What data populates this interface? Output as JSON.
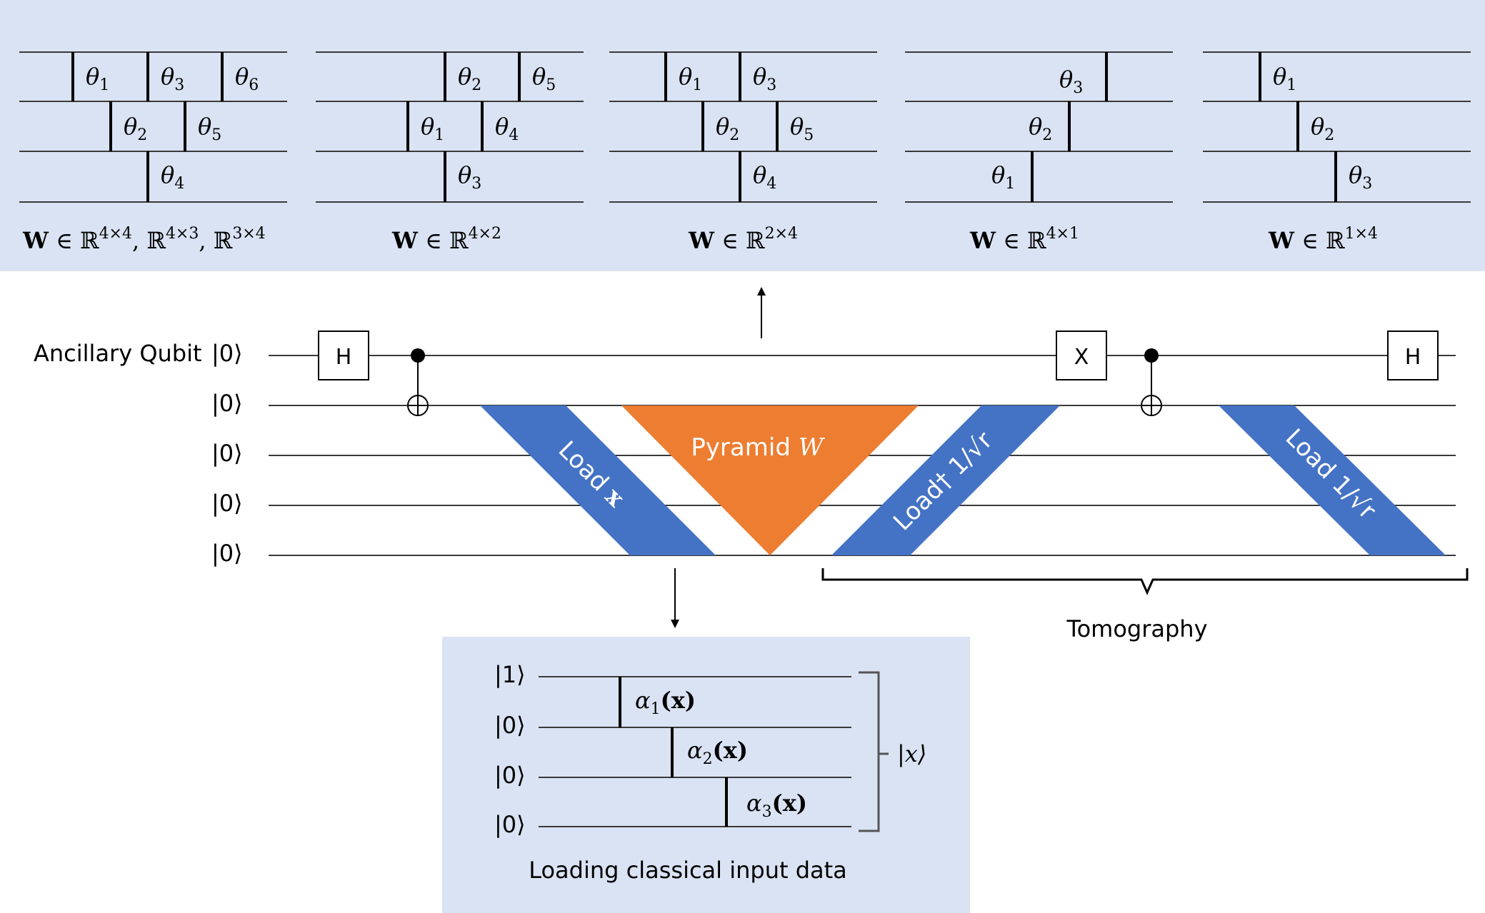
{
  "colors": {
    "panel_bg": "#dae3f3",
    "load_blue": "#4472c4",
    "pyramid_orange": "#ed7d31",
    "wire": "#3a3a3a"
  },
  "top_panel": {
    "circuits": [
      {
        "caption_bold": "W",
        "caption_rest": " ∈ ℝ",
        "caption_sup": "4×4",
        "caption_extra": [
          ", ℝ",
          "4×3",
          ", ℝ",
          "3×4"
        ],
        "gates": [
          {
            "label": "θ",
            "sub": "1"
          },
          {
            "label": "θ",
            "sub": "3"
          },
          {
            "label": "θ",
            "sub": "6"
          },
          {
            "label": "θ",
            "sub": "2"
          },
          {
            "label": "θ",
            "sub": "5"
          },
          {
            "label": "θ",
            "sub": "4"
          }
        ]
      },
      {
        "caption_bold": "W",
        "caption_rest": " ∈ ℝ",
        "caption_sup": "4×2",
        "gates": [
          {
            "label": "θ",
            "sub": "2"
          },
          {
            "label": "θ",
            "sub": "5"
          },
          {
            "label": "θ",
            "sub": "1"
          },
          {
            "label": "θ",
            "sub": "4"
          },
          {
            "label": "θ",
            "sub": "3"
          }
        ]
      },
      {
        "caption_bold": "W",
        "caption_rest": " ∈ ℝ",
        "caption_sup": "2×4",
        "gates": [
          {
            "label": "θ",
            "sub": "1"
          },
          {
            "label": "θ",
            "sub": "3"
          },
          {
            "label": "θ",
            "sub": "2"
          },
          {
            "label": "θ",
            "sub": "5"
          },
          {
            "label": "θ",
            "sub": "4"
          }
        ]
      },
      {
        "caption_bold": "W",
        "caption_rest": " ∈ ℝ",
        "caption_sup": "4×1",
        "gates": [
          {
            "label": "θ",
            "sub": "3"
          },
          {
            "label": "θ",
            "sub": "2"
          },
          {
            "label": "θ",
            "sub": "1"
          }
        ]
      },
      {
        "caption_bold": "W",
        "caption_rest": " ∈ ℝ",
        "caption_sup": "1×4",
        "gates": [
          {
            "label": "θ",
            "sub": "1"
          },
          {
            "label": "θ",
            "sub": "2"
          },
          {
            "label": "θ",
            "sub": "3"
          }
        ]
      }
    ]
  },
  "main_circuit": {
    "ancilla_label": "Ancillary Qubit",
    "ket0": "|0⟩",
    "h_gate": "H",
    "x_gate": "X",
    "load_x": "Load ",
    "load_x_bold": "x",
    "pyramid": "Pyramid ",
    "pyramid_italic": "W",
    "load_dagger": "Load† 1/√r",
    "load_sqrt": "Load 1/√r",
    "tomography": "Tomography"
  },
  "bottom_panel": {
    "kets": [
      "|1⟩",
      "|0⟩",
      "|0⟩",
      "|0⟩"
    ],
    "alphas": [
      {
        "a": "α",
        "sub": "1",
        "arg": "(x)"
      },
      {
        "a": "α",
        "sub": "2",
        "arg": "(x)"
      },
      {
        "a": "α",
        "sub": "3",
        "arg": "(x)"
      }
    ],
    "state": "|x⟩",
    "caption": "Loading classical input data"
  }
}
